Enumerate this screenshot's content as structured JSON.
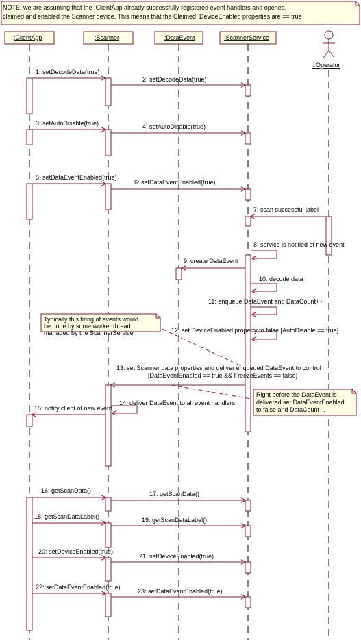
{
  "top_note": {
    "line1": "NOTE: we are assuming that the :ClientApp already successfully registered event handlers and opened,",
    "line2": "claimed and enabled the Scanner device.  This means that the Claimed, DeviceEnabled properties are == true"
  },
  "objects": [
    {
      "id": "clientapp",
      "label": ":ClientApp"
    },
    {
      "id": "scanner",
      "label": ":Scanner"
    },
    {
      "id": "dataevent",
      "label": ":DataEvent"
    },
    {
      "id": "scannerservice",
      "label": ":ScannerService"
    },
    {
      "id": "operator",
      "label": ": Operator"
    }
  ],
  "messages": [
    {
      "n": "1",
      "text": "1: setDecodeData(true)"
    },
    {
      "n": "2",
      "text": "2: setDecodeData(true)"
    },
    {
      "n": "3",
      "text": "3: setAutoDisable(true)"
    },
    {
      "n": "4",
      "text": "4: setAutoDisable(true)"
    },
    {
      "n": "5",
      "text": "5: setDataEventEnabled(true)"
    },
    {
      "n": "6",
      "text": "6: setDataEventEnabled(true)"
    },
    {
      "n": "7",
      "text": "7: scan successful label"
    },
    {
      "n": "8",
      "text": "8: service is notified of new event"
    },
    {
      "n": "9",
      "text": "9: create DataEvent"
    },
    {
      "n": "10",
      "text": "10: decode data"
    },
    {
      "n": "11",
      "text": "11: enqueue DataEvent and DataCount++"
    },
    {
      "n": "12",
      "text": "12: set DeviceEnabled property to false [AutoDisable == true]"
    },
    {
      "n": "13a",
      "text": "13: set Scanner data properties and deliver enqueued DataEvent to control"
    },
    {
      "n": "13b",
      "text": "[DataEventEnabled == true && FreezeEvents == false]"
    },
    {
      "n": "14",
      "text": "14: deliver DataEvent to all event handlers"
    },
    {
      "n": "15",
      "text": "15: notify client of new event"
    },
    {
      "n": "16",
      "text": "16: getScanData()"
    },
    {
      "n": "17",
      "text": "17: getScanData()"
    },
    {
      "n": "18",
      "text": "18: getScanDataLabel()"
    },
    {
      "n": "19",
      "text": "19: getScanDataLabel()"
    },
    {
      "n": "20",
      "text": "20: setDeviceEnabled(true)"
    },
    {
      "n": "21",
      "text": "21: setDeviceEnabled(true)"
    },
    {
      "n": "22",
      "text": "22: setDataEventEnabled(true)"
    },
    {
      "n": "23",
      "text": "23: setDataEventEnabled(true)"
    }
  ],
  "notes": {
    "worker": {
      "line1": "Typically this firing of events would",
      "line2": "be done by some worker thread",
      "line3": "managed by the ScannerService"
    },
    "before": {
      "line1": "Right before the DataEvent is",
      "line2": "delivered set DataEventEnabled",
      "line3": "to false and DataCount--."
    }
  }
}
